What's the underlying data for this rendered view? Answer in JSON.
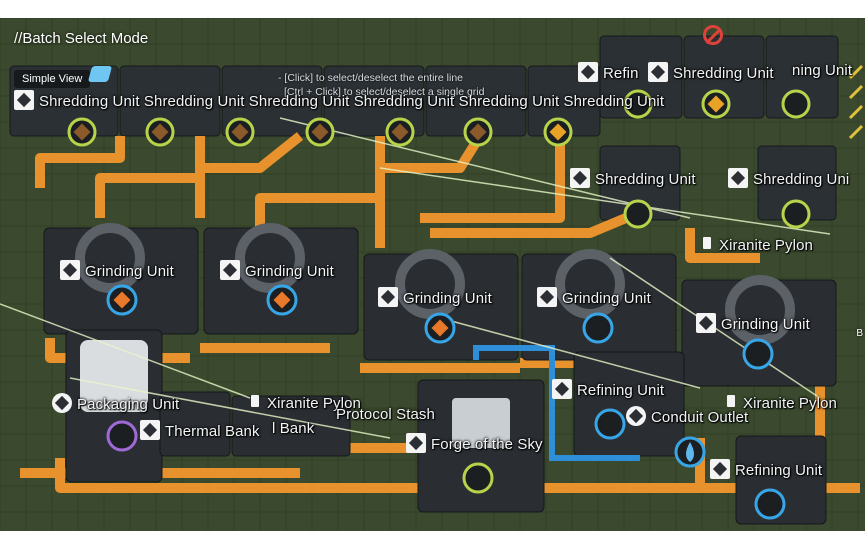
{
  "header": {
    "mode_title": "//Batch Select Mode",
    "simple_view": "Simple View",
    "hint_line1": "- [Click] to select/deselect the entire line",
    "hint_line2": "[Ctrl + Click] to select/deselect a single grid"
  },
  "labels": {
    "shredding_row": "Shredding Unit Shredding Unit Shredding Unit Shredding Unit Shredding Unit Shredding Unit",
    "refining_top": "Refin",
    "shredding_top_a": "Shredding Unit",
    "shredding_top_b": "ning Unit",
    "shredding_mid_a": "Shredding Unit",
    "shredding_mid_b": "Shredding Uni",
    "grinding_1": "Grinding Unit",
    "grinding_2": "Grinding Unit",
    "grinding_3": "Grinding Unit",
    "grinding_4": "Grinding Unit",
    "grinding_5": "Grinding Unit",
    "pylon_1": "Xiranite Pylon",
    "pylon_2": "Xiranite Pylon",
    "pylon_3": "Xiranite Pylon",
    "packaging": "Packaging Unit",
    "thermal_bank": "Thermal Bank",
    "bank_overlap": "l Bank",
    "protocol_stash": "Protocol Stash",
    "forge": "Forge of the Sky",
    "refining_mid": "Refining Unit",
    "conduit_outlet": "Conduit Outlet",
    "refining_bottom": "Refining Unit",
    "edge_b": "B"
  },
  "colors": {
    "ground": "#3a4a2c",
    "machine": "#2c3034",
    "conveyor": "#e8922e",
    "pipe": "#2e8fd8",
    "port_ring": "#b7d34a",
    "port_ring_blue": "#38a6e6"
  }
}
